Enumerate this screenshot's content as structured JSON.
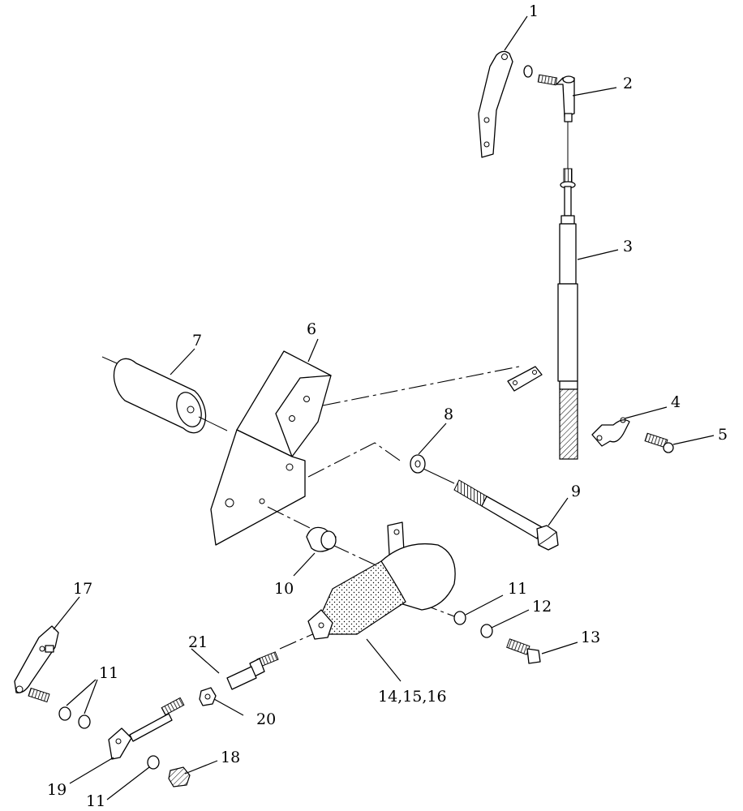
{
  "callouts": [
    {
      "key": "c1",
      "text": "1"
    },
    {
      "key": "c2",
      "text": "2"
    },
    {
      "key": "c3",
      "text": "3"
    },
    {
      "key": "c4",
      "text": "4"
    },
    {
      "key": "c5",
      "text": "5"
    },
    {
      "key": "c6",
      "text": "6"
    },
    {
      "key": "c7",
      "text": "7"
    },
    {
      "key": "c8",
      "text": "8"
    },
    {
      "key": "c9",
      "text": "9"
    },
    {
      "key": "c10",
      "text": "10"
    },
    {
      "key": "c11a",
      "text": "11"
    },
    {
      "key": "c12",
      "text": "12"
    },
    {
      "key": "c13",
      "text": "13"
    },
    {
      "key": "c14",
      "text": "14,15,16"
    },
    {
      "key": "c17",
      "text": "17"
    },
    {
      "key": "c11b",
      "text": "11"
    },
    {
      "key": "c21",
      "text": "21"
    },
    {
      "key": "c20",
      "text": "20"
    },
    {
      "key": "c18",
      "text": "18"
    },
    {
      "key": "c19",
      "text": "19"
    },
    {
      "key": "c11c",
      "text": "11"
    }
  ]
}
